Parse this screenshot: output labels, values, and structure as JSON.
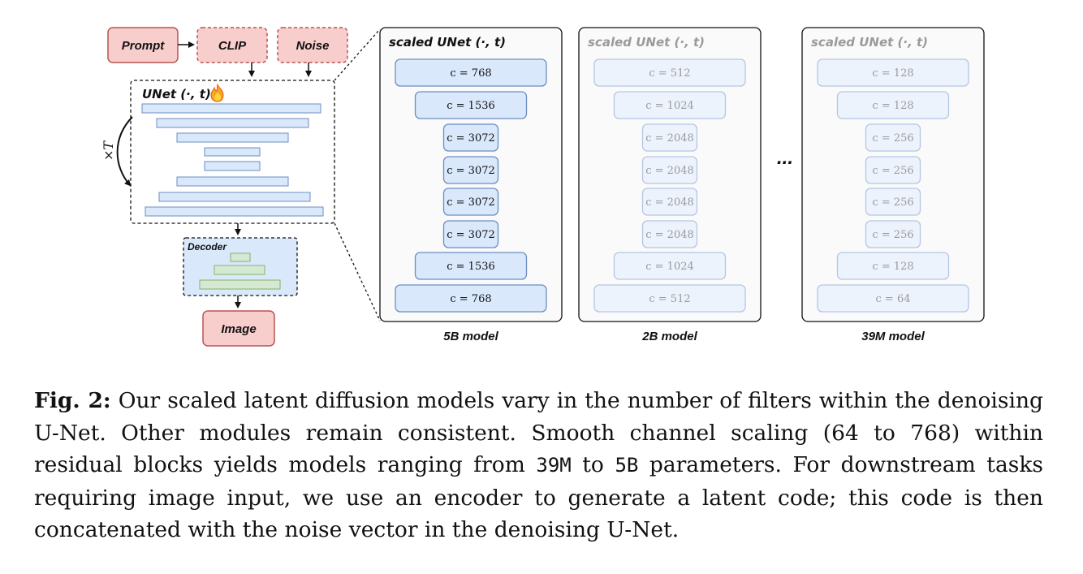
{
  "diagram": {
    "pipeline": {
      "prompt": "Prompt",
      "clip": "CLIP",
      "noise": "Noise",
      "unet_label": "UNet (·, t)",
      "fire_icon": "fire-icon",
      "loop_label": "×T",
      "decoder": "Decoder",
      "image": "Image"
    },
    "models": [
      {
        "title": "scaled UNet (·, t)",
        "name": "5B model",
        "channels": [
          "c = 768",
          "c = 1536",
          "c = 3072",
          "c = 3072",
          "c = 3072",
          "c = 3072",
          "c = 1536",
          "c = 768"
        ]
      },
      {
        "title": "scaled UNet (·, t)",
        "name": "2B model",
        "channels": [
          "c = 512",
          "c = 1024",
          "c = 2048",
          "c = 2048",
          "c = 2048",
          "c = 2048",
          "c = 1024",
          "c = 512"
        ]
      },
      {
        "title": "scaled UNet (·, t)",
        "name": "39M model",
        "channels": [
          "c = 128",
          "c = 128",
          "c = 256",
          "c = 256",
          "c = 256",
          "c = 256",
          "c = 128",
          "c = 64"
        ]
      }
    ],
    "ellipsis": "...",
    "colors": {
      "red_fill": "#f8cecc",
      "red_stroke": "#b85450",
      "blue_fill": "#dae8fc",
      "blue_stroke": "#6c8ebf",
      "green_fill": "#d5e8d4",
      "green_stroke": "#82b366"
    }
  },
  "caption": {
    "label": "Fig. 2:",
    "text_1": " Our scaled latent diffusion models vary in the number of filters within the denoising U-Net. Other modules remain consistent. Smooth channel scaling (64 to 768) within residual blocks yields models ranging from ",
    "code_1": "39M",
    "text_2": " to ",
    "code_2": "5B",
    "text_3": " parameters. For downstream tasks requiring image input, we use an encoder to generate a latent code; this code is then concatenated with the noise vector in the denoising U-Net."
  }
}
